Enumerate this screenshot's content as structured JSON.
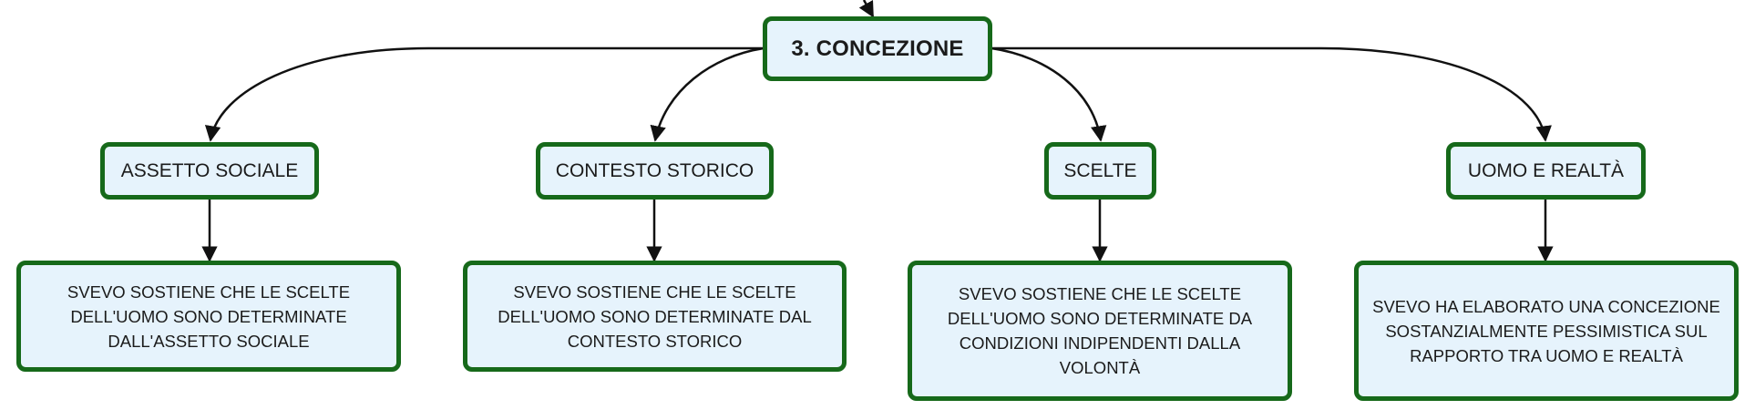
{
  "diagram": {
    "root": {
      "label": "3. CONCEZIONE"
    },
    "branches": [
      {
        "label": "ASSETTO SOCIALE",
        "detail": "SVEVO SOSTIENE CHE LE SCELTE DELL'UOMO SONO DETERMINATE DALL'ASSETTO SOCIALE"
      },
      {
        "label": "CONTESTO STORICO",
        "detail": "SVEVO SOSTIENE CHE LE SCELTE DELL'UOMO SONO DETERMINATE DAL CONTESTO STORICO"
      },
      {
        "label": "SCELTE",
        "detail": "SVEVO SOSTIENE CHE LE SCELTE DELL'UOMO SONO DETERMINATE DA CONDIZIONI INDIPENDENTI DALLA VOLONTÀ"
      },
      {
        "label": "UOMO E REALTÀ",
        "detail": "SVEVO HA ELABORATO UNA CONCEZIONE SOSTANZIALMENTE PESSIMISTICA SUL RAPPORTO TRA UOMO E REALTÀ"
      }
    ]
  },
  "colors": {
    "node_fill": "#e6f3fc",
    "node_border": "#16691a",
    "connector": "#111111",
    "text": "#1b1b1b"
  }
}
